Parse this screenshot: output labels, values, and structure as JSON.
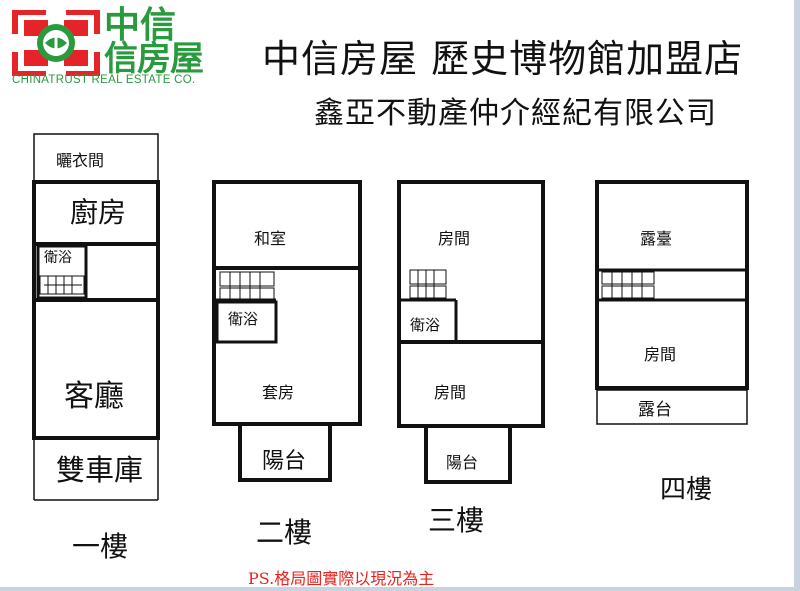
{
  "brand": {
    "name_line1": "中信",
    "name_line2": "信房屋",
    "english": "CHINATRUST REAL ESTATE CO.",
    "colors": {
      "red": "#e5242a",
      "green": "#2a9a3e"
    },
    "icon": "chinatrust-logo-icon"
  },
  "header": {
    "title": "中信房屋  歷史博物館加盟店",
    "company": "鑫亞不動產仲介經紀有限公司"
  },
  "floors": [
    {
      "label": "一樓",
      "rooms": {
        "laundry": "曬衣間",
        "kitchen": "廚房",
        "bath": "衛浴",
        "living": "客廳",
        "garage": "雙車庫"
      }
    },
    {
      "label": "二樓",
      "rooms": {
        "japanese": "和室",
        "bath": "衛浴",
        "suite": "套房",
        "balcony": "陽台"
      }
    },
    {
      "label": "三樓",
      "rooms": {
        "room_top": "房間",
        "bath": "衛浴",
        "room_bottom": "房間",
        "balcony": "陽台"
      }
    },
    {
      "label": "四樓",
      "rooms": {
        "terrace_top": "露臺",
        "room": "房間",
        "terrace_bottom": "露台"
      }
    }
  ],
  "footer": {
    "note": "PS.格局圖實際以現況為主"
  }
}
